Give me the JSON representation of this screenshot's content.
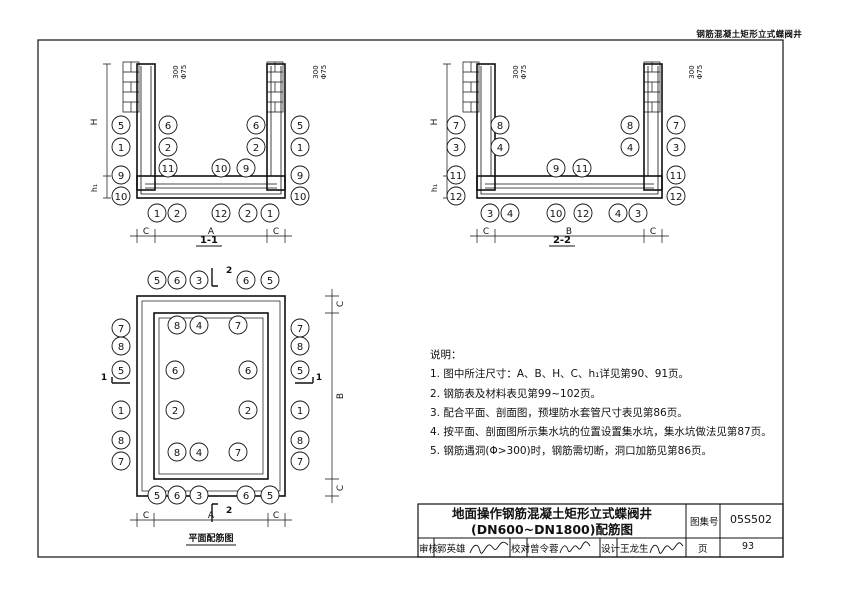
{
  "header": {
    "top_title": "钢筋混凝土矩形立式蝶阀井"
  },
  "section_1": {
    "title": "1-1",
    "dim_h": "H",
    "dim_h1": "h₁",
    "dim_top": "300",
    "dim_dia": "Φ75",
    "dim_c_left": "C",
    "dim_a": "A",
    "dim_c_right": "C",
    "left_callouts": [
      "5",
      "1",
      "9",
      "10"
    ],
    "left_inner": [
      "6",
      "2"
    ],
    "right_callouts": [
      "5",
      "1",
      "9",
      "10"
    ],
    "right_inner": [
      "6",
      "2"
    ],
    "middle": [
      "11",
      "10",
      "9"
    ],
    "bottom": [
      "1",
      "2",
      "12",
      "2",
      "1"
    ]
  },
  "section_2": {
    "title": "2-2",
    "dim_h": "H",
    "dim_h1": "h₁",
    "dim_top": "300",
    "dim_dia": "Φ75",
    "dim_c_left": "C",
    "dim_b": "B",
    "dim_c_right": "C",
    "left_callouts": [
      "7",
      "3",
      "11",
      "12"
    ],
    "left_inner": [
      "8",
      "4"
    ],
    "right_callouts": [
      "7",
      "3",
      "11",
      "12"
    ],
    "right_inner": [
      "8",
      "4"
    ],
    "middle": [
      "9",
      "11"
    ],
    "bottom": [
      "3",
      "4",
      "10",
      "12",
      "4",
      "3"
    ]
  },
  "plan": {
    "title": "平面配筋图",
    "section_mark_2": "2",
    "section_mark_1": "1",
    "dim_c_left": "C",
    "dim_a": "A",
    "dim_c_right": "C",
    "dim_c_top": "C",
    "dim_b": "B",
    "dim_c_bottom": "C",
    "top_row_left": [
      "5",
      "6",
      "3"
    ],
    "top_row_right": [
      "6",
      "5"
    ],
    "top_inner": [
      "8",
      "4",
      "7"
    ],
    "left_col": [
      "7",
      "8",
      "5",
      "1",
      "8",
      "7"
    ],
    "left_inner": [
      "6",
      "2"
    ],
    "right_col": [
      "7",
      "8",
      "5",
      "1",
      "8",
      "7"
    ],
    "right_inner": [
      "6",
      "2"
    ],
    "bottom_inner": [
      "8",
      "4",
      "7"
    ],
    "bottom_row_left": [
      "5",
      "6",
      "3"
    ],
    "bottom_row_right": [
      "6",
      "5"
    ]
  },
  "notes": {
    "heading": "说明：",
    "items": [
      "1. 图中所注尺寸：A、B、H、C、h₁详见第90、91页。",
      "2. 钢筋表及材料表见第99~102页。",
      "3. 配合平面、剖面图，预埋防水套管尺寸表见第86页。",
      "4. 按平面、剖面图所示集水坑的位置设置集水坑，集水坑做法见第87页。",
      "5. 钢筋遇洞(Φ>300)时，钢筋需切断，洞口加筋见第86页。"
    ]
  },
  "title_block": {
    "title_line1": "地面操作钢筋混凝土矩形立式蝶阀井",
    "title_line2": "(DN600~DN1800)配筋图",
    "atlas_label": "图集号",
    "atlas_no": "05S502",
    "review_label": "审核",
    "reviewer": "郭英雄",
    "check_label": "校对",
    "checker": "曾令蓉",
    "design_label": "设计",
    "designer": "王龙生",
    "page_label": "页",
    "page_no": "93"
  }
}
